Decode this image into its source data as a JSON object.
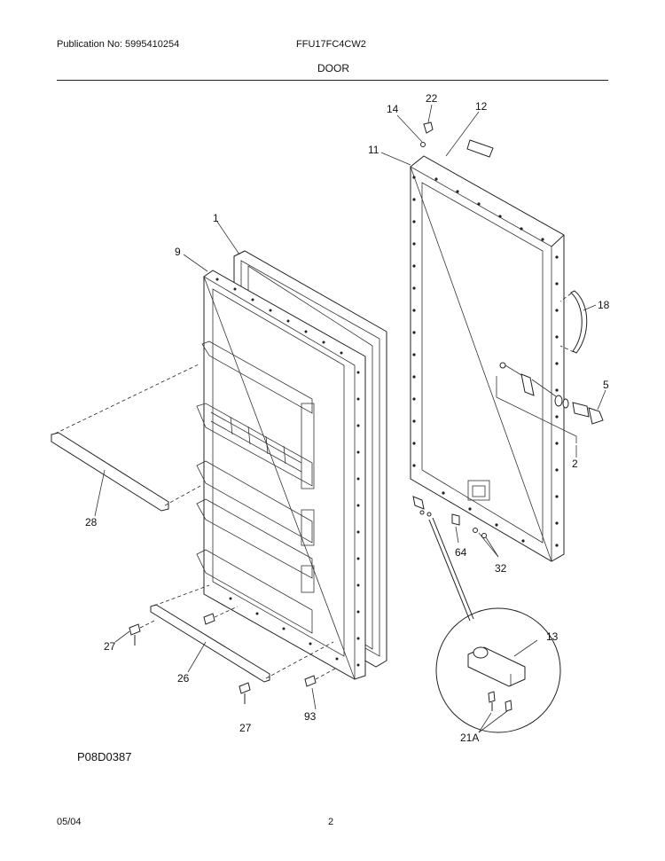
{
  "header": {
    "publication": "Publication No: 5995410254",
    "model": "FFU17FC4CW2",
    "section": "DOOR"
  },
  "callouts": [
    "1",
    "2",
    "5",
    "9",
    "11",
    "12",
    "13",
    "14",
    "18",
    "21A",
    "22",
    "26",
    "27",
    "27",
    "28",
    "32",
    "64",
    "93"
  ],
  "figure_code": "P08D0387",
  "footer": {
    "date": "05/04",
    "page": "2"
  }
}
